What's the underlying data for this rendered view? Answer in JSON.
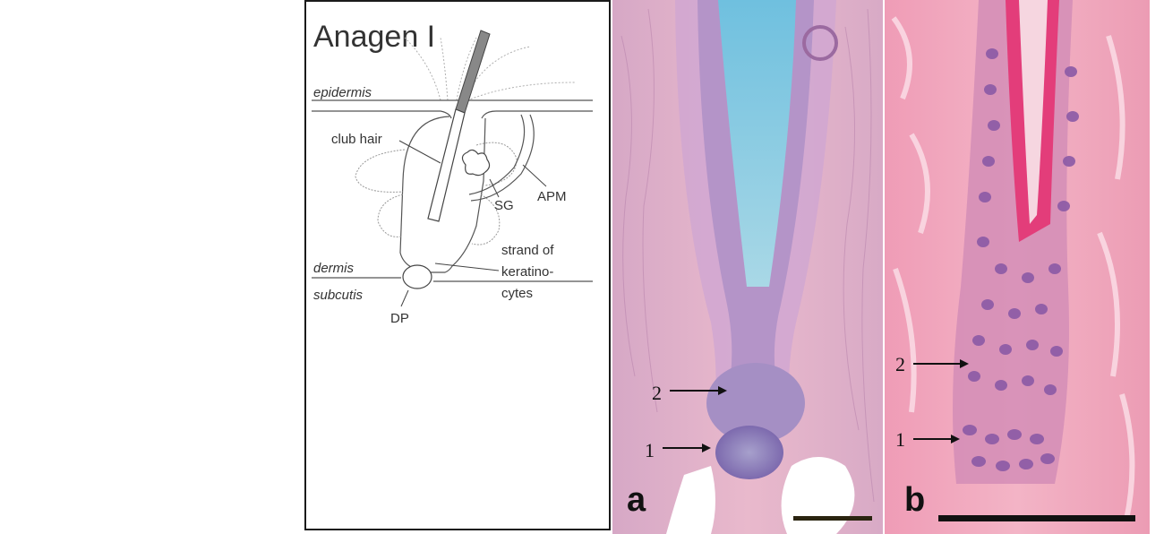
{
  "diagram": {
    "title": "Anagen I",
    "labels": {
      "epidermis": "epidermis",
      "club_hair": "club hair",
      "sg": "SG",
      "apm": "APM",
      "strand_line1": "strand of",
      "strand_line2": "keratino-",
      "strand_line3": "cytes",
      "dermis": "dermis",
      "subcutis": "subcutis",
      "dp": "DP"
    }
  },
  "micrographs": [
    {
      "letter": "a",
      "arrows": [
        "2",
        "1"
      ]
    },
    {
      "letter": "b",
      "arrows": [
        "2",
        "1"
      ]
    }
  ],
  "colors": {
    "he_pink": "#e8a8c0",
    "he_purple": "#8a70b0",
    "hair_shaft_blue": "#7ec8e0",
    "scale_bar_a": "#2a2410",
    "scale_bar_b": "#111111"
  }
}
